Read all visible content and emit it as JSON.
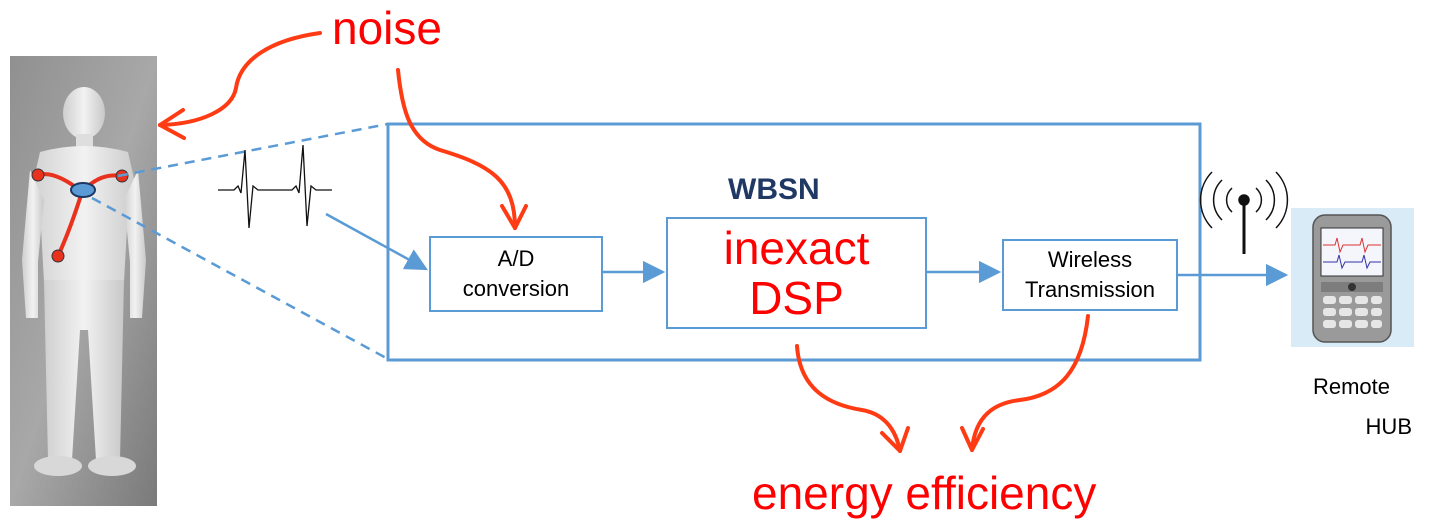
{
  "labels": {
    "noise": "noise",
    "wbsn": "WBSN",
    "energy": "energy efficiency",
    "remote_line1": "Remote",
    "remote_line2": "HUB"
  },
  "blocks": {
    "adc": [
      "A/D",
      "conversion"
    ],
    "dsp": [
      "inexact",
      "DSP"
    ],
    "wireless": [
      "Wireless",
      "Transmission"
    ]
  },
  "colors": {
    "accent_blue": "#5b9bd5",
    "annotation_red": "#ff0000",
    "arrow_red": "#ff3b14",
    "wbsn_navy": "#1f3864",
    "text_black": "#000000",
    "sensor_red": "#e8321e"
  },
  "icons": {
    "person": "human-figure-with-ecg-sensors",
    "signal": "ecg-waveform-icon",
    "antenna": "antenna-icon",
    "phone": "smartphone-icon"
  }
}
